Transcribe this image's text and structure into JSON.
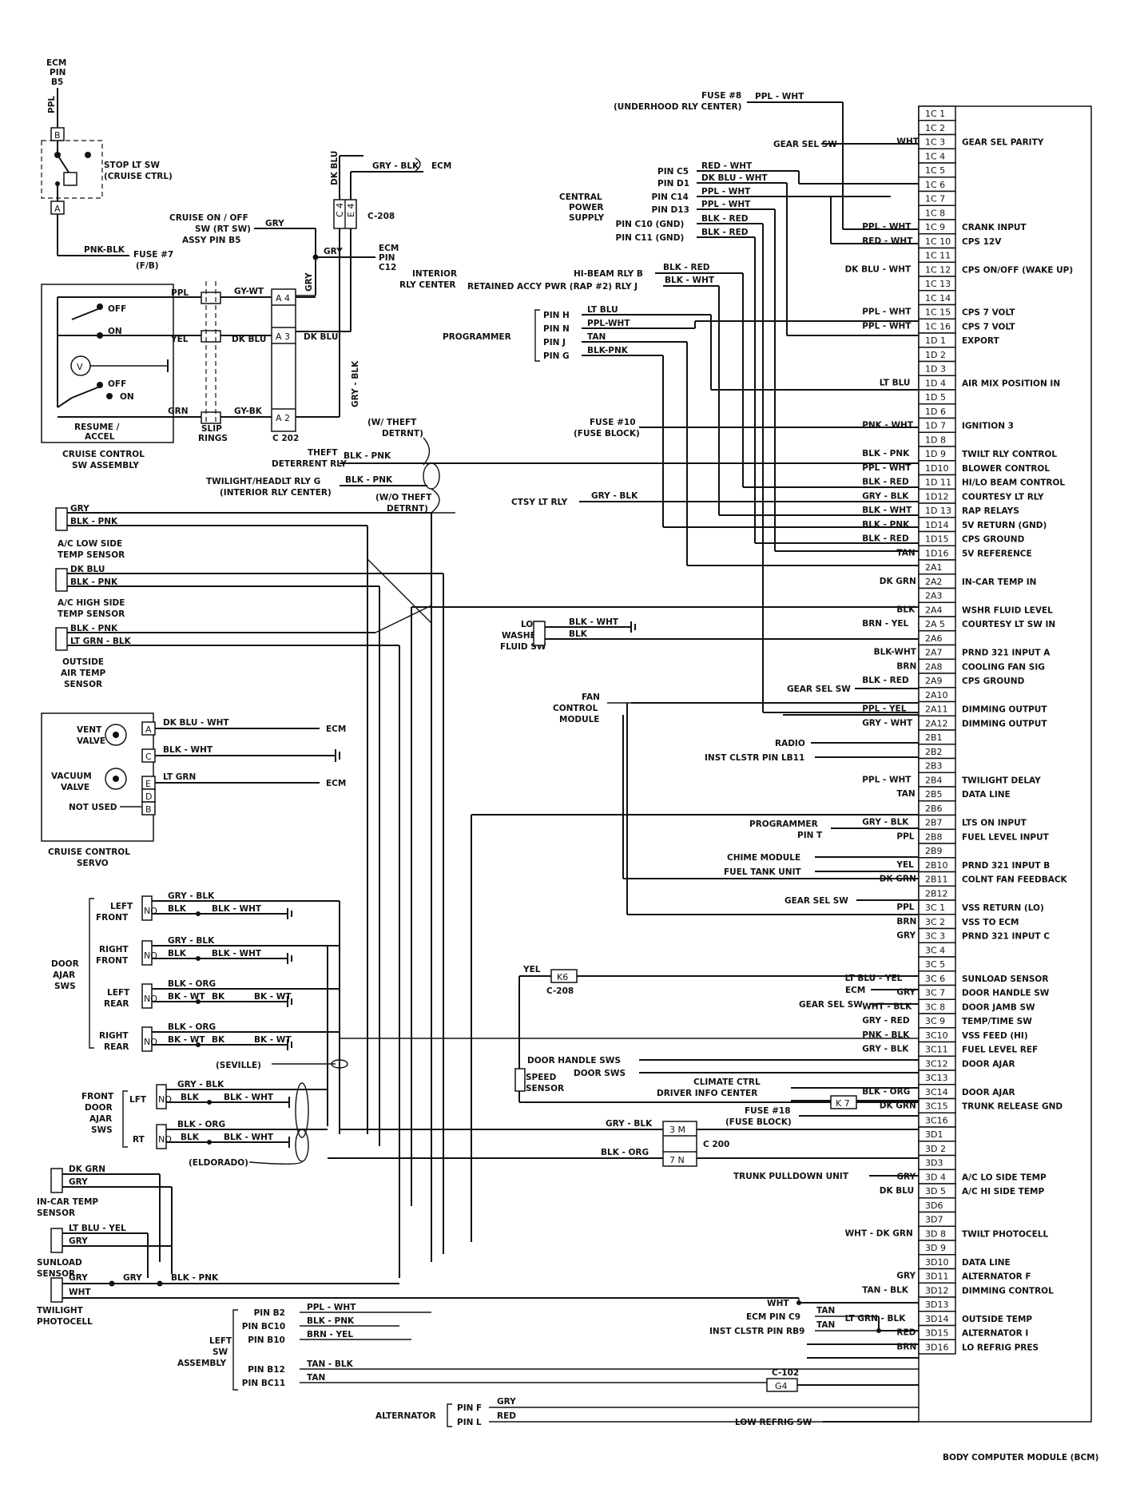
{
  "bcm": {
    "title": "BODY COMPUTER MODULE (BCM)",
    "pins": [
      {
        "pin": "1C 1",
        "wire": "",
        "func": ""
      },
      {
        "pin": "1C 2",
        "wire": "",
        "func": ""
      },
      {
        "pin": "1C 3",
        "wire": "WHT",
        "func": "GEAR SEL PARITY"
      },
      {
        "pin": "1C 4",
        "wire": "",
        "func": ""
      },
      {
        "pin": "1C 5",
        "wire": "",
        "func": ""
      },
      {
        "pin": "1C 6",
        "wire": "",
        "func": ""
      },
      {
        "pin": "1C 7",
        "wire": "",
        "func": ""
      },
      {
        "pin": "1C 8",
        "wire": "",
        "func": ""
      },
      {
        "pin": "1C 9",
        "wire": "PPL - WHT",
        "func": "CRANK INPUT"
      },
      {
        "pin": "1C 10",
        "wire": "RED - WHT",
        "func": "CPS 12V"
      },
      {
        "pin": "1C 11",
        "wire": "",
        "func": ""
      },
      {
        "pin": "1C 12",
        "wire": "DK BLU - WHT",
        "func": "CPS ON/OFF (WAKE UP)"
      },
      {
        "pin": "1C 13",
        "wire": "",
        "func": ""
      },
      {
        "pin": "1C 14",
        "wire": "",
        "func": ""
      },
      {
        "pin": "1C 15",
        "wire": "PPL - WHT",
        "func": "CPS 7 VOLT"
      },
      {
        "pin": "1C 16",
        "wire": "PPL - WHT",
        "func": "CPS 7 VOLT"
      },
      {
        "pin": "1D 1",
        "wire": "",
        "func": "EXPORT"
      },
      {
        "pin": "1D 2",
        "wire": "",
        "func": ""
      },
      {
        "pin": "1D 3",
        "wire": "",
        "func": ""
      },
      {
        "pin": "1D 4",
        "wire": "LT BLU",
        "func": "AIR MIX POSITION IN"
      },
      {
        "pin": "1D 5",
        "wire": "",
        "func": ""
      },
      {
        "pin": "1D 6",
        "wire": "",
        "func": ""
      },
      {
        "pin": "1D 7",
        "wire": "PNK - WHT",
        "func": "IGNITION 3"
      },
      {
        "pin": "1D 8",
        "wire": "",
        "func": ""
      },
      {
        "pin": "1D 9",
        "wire": "BLK - PNK",
        "func": "TWILT RLY CONTROL"
      },
      {
        "pin": "1D10",
        "wire": "PPL - WHT",
        "func": "BLOWER CONTROL"
      },
      {
        "pin": "1D 11",
        "wire": "BLK - RED",
        "func": "HI/LO BEAM CONTROL"
      },
      {
        "pin": "1D12",
        "wire": "GRY - BLK",
        "func": "COURTESY LT RLY"
      },
      {
        "pin": "1D 13",
        "wire": "BLK - WHT",
        "func": "RAP RELAYS"
      },
      {
        "pin": "1D14",
        "wire": "BLK - PNK",
        "func": "5V RETURN (GND)"
      },
      {
        "pin": "1D15",
        "wire": "BLK - RED",
        "func": "CPS GROUND"
      },
      {
        "pin": "1D16",
        "wire": "TAN",
        "func": "5V REFERENCE"
      },
      {
        "pin": "2A1",
        "wire": "",
        "func": ""
      },
      {
        "pin": "2A2",
        "wire": "DK GRN",
        "func": "IN-CAR TEMP IN"
      },
      {
        "pin": "2A3",
        "wire": "",
        "func": ""
      },
      {
        "pin": "2A4",
        "wire": "BLK",
        "func": "WSHR FLUID LEVEL"
      },
      {
        "pin": "2A 5",
        "wire": "BRN - YEL",
        "func": "COURTESY LT SW IN"
      },
      {
        "pin": "2A6",
        "wire": "",
        "func": ""
      },
      {
        "pin": "2A7",
        "wire": "BLK-WHT",
        "func": "PRND 321 INPUT A"
      },
      {
        "pin": "2A8",
        "wire": "BRN",
        "func": "COOLING FAN SIG"
      },
      {
        "pin": "2A9",
        "wire": "BLK - RED",
        "func": "CPS GROUND"
      },
      {
        "pin": "2A10",
        "wire": "",
        "func": ""
      },
      {
        "pin": "2A11",
        "wire": "PPL - YEL",
        "func": "DIMMING OUTPUT"
      },
      {
        "pin": "2A12",
        "wire": "GRY - WHT",
        "func": "DIMMING OUTPUT"
      },
      {
        "pin": "2B1",
        "wire": "",
        "func": ""
      },
      {
        "pin": "2B2",
        "wire": "",
        "func": ""
      },
      {
        "pin": "2B3",
        "wire": "",
        "func": ""
      },
      {
        "pin": "2B4",
        "wire": "PPL - WHT",
        "func": "TWILIGHT DELAY"
      },
      {
        "pin": "2B5",
        "wire": "TAN",
        "func": "DATA LINE"
      },
      {
        "pin": "2B6",
        "wire": "",
        "func": ""
      },
      {
        "pin": "2B7",
        "wire": "GRY - BLK",
        "func": "LTS ON INPUT"
      },
      {
        "pin": "2B8",
        "wire": "PPL",
        "func": "FUEL LEVEL INPUT"
      },
      {
        "pin": "2B9",
        "wire": "",
        "func": ""
      },
      {
        "pin": "2B10",
        "wire": "YEL",
        "func": "PRND 321 INPUT B"
      },
      {
        "pin": "2B11",
        "wire": "DK GRN",
        "func": "COLNT FAN FEEDBACK"
      },
      {
        "pin": "2B12",
        "wire": "",
        "func": ""
      },
      {
        "pin": "3C 1",
        "wire": "PPL",
        "func": "VSS RETURN (LO)"
      },
      {
        "pin": "3C 2",
        "wire": "BRN",
        "func": "VSS TO ECM"
      },
      {
        "pin": "3C 3",
        "wire": "GRY",
        "func": "PRND 321 INPUT C"
      },
      {
        "pin": "3C 4",
        "wire": "",
        "func": ""
      },
      {
        "pin": "3C 5",
        "wire": "",
        "func": ""
      },
      {
        "pin": "3C 6",
        "wire": "LT BLU - YEL",
        "func": "SUNLOAD SENSOR"
      },
      {
        "pin": "3C 7",
        "wire": "GRY",
        "func": "DOOR HANDLE SW"
      },
      {
        "pin": "3C 8",
        "wire": "WHT - BLK",
        "func": "DOOR JAMB SW"
      },
      {
        "pin": "3C 9",
        "wire": "GRY - RED",
        "func": "TEMP/TIME SW"
      },
      {
        "pin": "3C10",
        "wire": "PNK - BLK",
        "func": "VSS FEED (HI)"
      },
      {
        "pin": "3C11",
        "wire": "GRY - BLK",
        "func": "FUEL LEVEL REF"
      },
      {
        "pin": "3C12",
        "wire": "",
        "func": "DOOR AJAR"
      },
      {
        "pin": "3C13",
        "wire": "",
        "func": ""
      },
      {
        "pin": "3C14",
        "wire": "BLK - ORG",
        "func": "DOOR AJAR"
      },
      {
        "pin": "3C15",
        "wire": "DK GRN",
        "func": "TRUNK RELEASE GND"
      },
      {
        "pin": "3C16",
        "wire": "",
        "func": ""
      },
      {
        "pin": "3D1",
        "wire": "",
        "func": ""
      },
      {
        "pin": "3D 2",
        "wire": "",
        "func": ""
      },
      {
        "pin": "3D3",
        "wire": "",
        "func": ""
      },
      {
        "pin": "3D 4",
        "wire": "GRY",
        "func": "A/C LO SIDE TEMP"
      },
      {
        "pin": "3D 5",
        "wire": "DK BLU",
        "func": "A/C HI SIDE TEMP"
      },
      {
        "pin": "3D6",
        "wire": "",
        "func": ""
      },
      {
        "pin": "3D7",
        "wire": "",
        "func": ""
      },
      {
        "pin": "3D 8",
        "wire": "WHT - DK GRN",
        "func": "TWILT PHOTOCELL"
      },
      {
        "pin": "3D 9",
        "wire": "",
        "func": ""
      },
      {
        "pin": "3D10",
        "wire": "",
        "func": "DATA LINE"
      },
      {
        "pin": "3D11",
        "wire": "GRY",
        "func": "ALTERNATOR F"
      },
      {
        "pin": "3D12",
        "wire": "TAN - BLK",
        "func": "DIMMING CONTROL"
      },
      {
        "pin": "3D13",
        "wire": "",
        "func": ""
      },
      {
        "pin": "3D14",
        "wire": "LT GRN - BLK",
        "func": "OUTSIDE TEMP"
      },
      {
        "pin": "3D15",
        "wire": "RED",
        "func": "ALTERNATOR I"
      },
      {
        "pin": "3D16",
        "wire": "BRN",
        "func": "LO REFRIG PRES"
      }
    ]
  },
  "top_left": {
    "ecm_pin": [
      "ECM",
      "PIN",
      "B5"
    ],
    "ppl": "PPL",
    "stop_sw": [
      "STOP LT SW",
      "(CRUISE CTRL)"
    ],
    "conn_b": "B",
    "conn_a": "A",
    "fuse7": [
      "PNK-BLK",
      "FUSE #7",
      "(F/B)"
    ],
    "cruise_onoff": [
      "CRUISE ON / OFF",
      "SW (RT SW)",
      "ASSY PIN B5"
    ],
    "gry": "GRY",
    "gry_blk": "GRY - BLK",
    "ecm": "ECM",
    "c208": "C-208",
    "dk_blu": "DK BLU",
    "c4": "C 4",
    "e4": "E 4",
    "ecm_pin_c12": [
      "ECM",
      "PIN",
      "C12"
    ],
    "gry_blk_v": "GRY - BLK",
    "gry_v": "GRY"
  },
  "cruise_sw": {
    "off1": "OFF",
    "on1": "ON",
    "off2": "OFF",
    "on2": "ON",
    "ppl": "PPL",
    "yel": "YEL",
    "grn": "GRN",
    "gy_wt": "GY-WT",
    "dk_blu": "DK BLU",
    "gy_bk": "GY-BK",
    "a4": "A 4",
    "a3": "A 3",
    "a2": "A 2",
    "c202": "C 202",
    "dk_blu2": "DK BLU",
    "resume": [
      "RESUME /",
      "ACCEL"
    ],
    "slip": [
      "SLIP",
      "RINGS"
    ],
    "title": [
      "CRUISE CONTROL",
      "SW ASSEMBLY"
    ]
  },
  "mid_top": {
    "w_theft": [
      "(W/ THEFT",
      "DETRNT)"
    ],
    "theft": [
      "THEFT",
      "DETERRENT RLY"
    ],
    "theft_wire": "BLK - PNK",
    "twilight": [
      "TWILIGHT/HEADLT RLY G",
      "(INTERIOR RLY CENTER)"
    ],
    "twilight_wire": "BLK - PNK",
    "wo_theft": [
      "(W/O THEFT",
      "DETRNT)"
    ],
    "fuse10": [
      "FUSE #10",
      "(FUSE BLOCK)"
    ],
    "ctsy": "CTSY LT RLY",
    "ctsy_wire": "GRY - BLK"
  },
  "top_right": {
    "fuse8": [
      "FUSE #8",
      "(UNDERHOOD RLY CENTER)"
    ],
    "fuse8_wire": "PPL - WHT",
    "gear_sel_sw": "GEAR SEL SW",
    "cps_label": [
      "CENTRAL",
      "POWER",
      "SUPPLY"
    ],
    "cps_pins": [
      {
        "pin": "PIN C5",
        "wire": "RED - WHT"
      },
      {
        "pin": "PIN D1",
        "wire": "DK BLU - WHT"
      },
      {
        "pin": "PIN C14",
        "wire": "PPL - WHT"
      },
      {
        "pin": "PIN D13",
        "wire": "PPL - WHT"
      },
      {
        "pin": "PIN C10 (GND)",
        "wire": "BLK - RED"
      },
      {
        "pin": "PIN C11 (GND)",
        "wire": "BLK - RED"
      }
    ],
    "interior": [
      "INTERIOR",
      "RLY CENTER"
    ],
    "hibeam": "HI-BEAM RLY B",
    "hibeam_wire": "BLK - RED",
    "rap": "RETAINED ACCY PWR (RAP #2) RLY J",
    "rap_wire": "BLK - WHT",
    "programmer": "PROGRAMMER",
    "prog_pins": [
      {
        "pin": "PIN H",
        "wire": "LT BLU"
      },
      {
        "pin": "PIN N",
        "wire": "PPL-WHT"
      },
      {
        "pin": "PIN J",
        "wire": "TAN"
      },
      {
        "pin": "PIN G",
        "wire": "BLK-PNK"
      }
    ]
  },
  "sensors": {
    "ac_low": {
      "wires": [
        "GRY",
        "BLK - PNK"
      ],
      "label": [
        "A/C LOW SIDE",
        "TEMP SENSOR"
      ]
    },
    "ac_high": {
      "wires": [
        "DK BLU",
        "BLK - PNK"
      ],
      "label": [
        "A/C HIGH SIDE",
        "TEMP SENSOR"
      ]
    },
    "outside": {
      "wires": [
        "BLK - PNK",
        "LT GRN - BLK"
      ],
      "label": [
        "OUTSIDE",
        "AIR TEMP",
        "SENSOR"
      ]
    },
    "washer": {
      "label": [
        "LOW",
        "WASHER",
        "FLUID SW"
      ],
      "wires": [
        "BLK - WHT",
        "BLK"
      ]
    },
    "fan": [
      "FAN",
      "CONTROL",
      "MODULE"
    ],
    "gear_sel_sw2": "GEAR SEL SW",
    "radio": "RADIO",
    "inst_lb11": "INST CLSTR PIN LB11"
  },
  "servo": {
    "vent": [
      "VENT",
      "VALVE"
    ],
    "vacuum": [
      "VACUUM",
      "VALVE"
    ],
    "not_used": "NOT USED",
    "pins": [
      "A",
      "C",
      "E",
      "D",
      "B"
    ],
    "wires": [
      "DK BLU - WHT",
      "BLK - WHT",
      "LT GRN"
    ],
    "ecm1": "ECM",
    "ecm2": "ECM",
    "title": [
      "CRUISE CONTROL",
      "SERVO"
    ]
  },
  "mid_right": {
    "prog_t": [
      "PROGRAMMER",
      "PIN T"
    ],
    "chime": "CHIME MODULE",
    "fuel_tank": "FUEL TANK UNIT",
    "gear_sel_sw3": "GEAR SEL SW"
  },
  "doors": {
    "door_ajar": [
      "DOOR",
      "AJAR",
      "SWS"
    ],
    "left_front": [
      "LEFT",
      "FRONT"
    ],
    "right_front": [
      "RIGHT",
      "FRONT"
    ],
    "left_rear": [
      "LEFT",
      "REAR"
    ],
    "right_rear": [
      "RIGHT",
      "REAR"
    ],
    "lf_wires": [
      "GRY - BLK",
      "BLK",
      "BLK - WHT"
    ],
    "rf_wires": [
      "GRY - BLK",
      "BLK",
      "BLK - WHT"
    ],
    "lr_wires": [
      "BLK - ORG",
      "BK - WT",
      "BK",
      "BK - WT"
    ],
    "rr_wires": [
      "BLK - ORG",
      "BK - WT",
      "BK",
      "BK - WT"
    ],
    "seville": "(SEVILLE)",
    "front_door": [
      "FRONT",
      "DOOR",
      "AJAR",
      "SWS"
    ],
    "lft": "LFT",
    "rt": "RT",
    "fd_lft_wires": [
      "GRY - BLK",
      "BLK",
      "BLK - WHT"
    ],
    "fd_rt_wires": [
      "BLK - ORG",
      "BLK",
      "BLK - WHT"
    ],
    "eldorado": "(ELDORADO)",
    "no": "NO"
  },
  "speed": {
    "yel": "YEL",
    "k6": "K6",
    "c208": "C-208",
    "ecm": "ECM",
    "gear_sel_sw4": "GEAR SEL SW",
    "door_handle": "DOOR HANDLE SWS",
    "door_sws": "DOOR SWS",
    "speed_sensor": [
      "SPEED",
      "SENSOR"
    ],
    "climate": [
      "CLIMATE CTRL",
      "DRIVER INFO CENTER"
    ],
    "fuse18": [
      "FUSE #18",
      "(FUSE BLOCK)"
    ],
    "k7": "K 7",
    "gry_blk": "GRY - BLK",
    "blk_org": "BLK - ORG",
    "c200": "C 200",
    "m3": "3 M",
    "n7": "7 N",
    "trunk": "TRUNK PULLDOWN UNIT"
  },
  "bottom_left": {
    "incar": {
      "wires": [
        "DK GRN",
        "GRY"
      ],
      "label": [
        "IN-CAR TEMP",
        "SENSOR"
      ]
    },
    "sunload": {
      "wires": [
        "LT BLU - YEL",
        "GRY"
      ],
      "label": [
        "SUNLOAD",
        "SENSOR"
      ]
    },
    "twilight": {
      "wires": [
        "GRY",
        "GRY",
        "BLK - PNK",
        "WHT"
      ],
      "label": [
        "TWILIGHT",
        "PHOTOCELL"
      ]
    }
  },
  "bottom": {
    "left_sw": [
      "LEFT",
      "SW",
      "ASSEMBLY"
    ],
    "pins": [
      {
        "pin": "PIN B2",
        "wire": "PPL - WHT"
      },
      {
        "pin": "PIN BC10",
        "wire": "BLK - PNK"
      },
      {
        "pin": "PIN B10",
        "wire": "BRN - YEL"
      },
      {
        "pin": "PIN B12",
        "wire": "TAN - BLK"
      },
      {
        "pin": "PIN BC11",
        "wire": "TAN"
      }
    ],
    "wht": "WHT",
    "ecm_c9": "ECM PIN C9",
    "tan1": "TAN",
    "inst_rb9": "INST CLSTR PIN RB9",
    "tan2": "TAN",
    "c102": "C-102",
    "g4": "G4",
    "alternator": "ALTERNATOR",
    "alt_pins": [
      {
        "pin": "PIN F",
        "wire": "GRY"
      },
      {
        "pin": "PIN L",
        "wire": "RED"
      }
    ],
    "low_refrig": "LOW REFRIG SW"
  }
}
